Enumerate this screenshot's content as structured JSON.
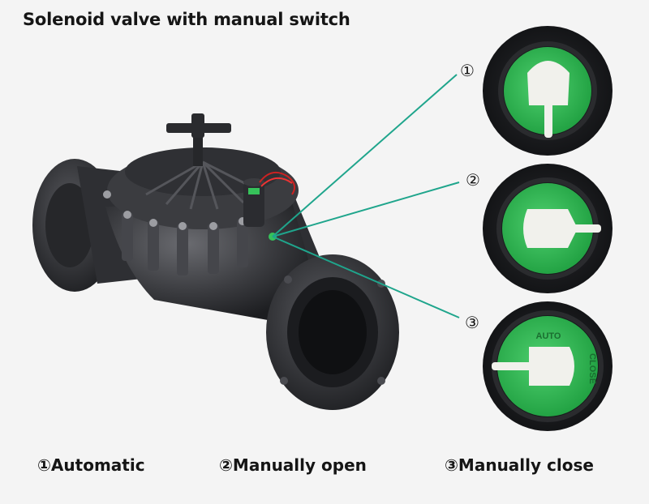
{
  "title": "Solenoid valve with manual switch",
  "markers": [
    "①",
    "②",
    "③"
  ],
  "captions": [
    "①Automatic",
    "②Manually open",
    "③Manually close"
  ],
  "close_dial_labels": {
    "auto": "AUTO",
    "close": "CLOSE"
  },
  "colors": {
    "background": "#f4f4f4",
    "valve_body": "#3a3b3f",
    "knob_green": "#36c25a",
    "leader_line": "#1fa58c",
    "text": "#151515"
  }
}
